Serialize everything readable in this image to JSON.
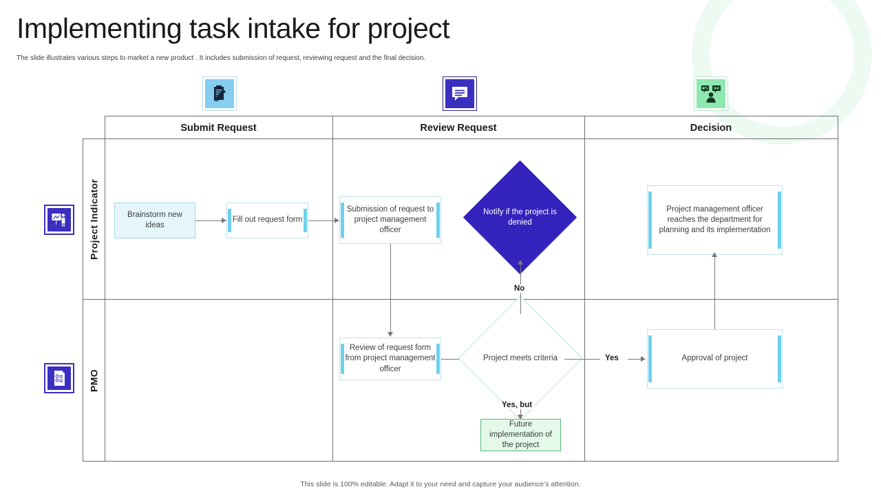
{
  "header": {
    "title": "Implementing task intake for project",
    "subtitle": "The slide illustrates various steps to market a new product . It includes submission of request, reviewing request and the final decision."
  },
  "footer": {
    "note": "This slide is 100% editable. Adapt it to your need and capture your audience’s attention."
  },
  "colors": {
    "indigo": "#3322bb",
    "light_blue_fill": "#e6f6fb",
    "cyan_edge": "#6fd0ee",
    "green_fill": "#e4f9ea",
    "green_border": "#56b97a",
    "icon_blue": "#86cdf0",
    "icon_green": "#8fe8b0",
    "grid_line": "#6f6f6f",
    "connector": "#7a7a7a"
  },
  "top_icons": [
    {
      "name": "clipboard-pen-icon",
      "column": "Submit Request",
      "style": "blue"
    },
    {
      "name": "speech-bubble-icon",
      "column": "Review Request",
      "style": "indigo"
    },
    {
      "name": "people-discussion-icon",
      "column": "Decision",
      "style": "green"
    }
  ],
  "columns": [
    {
      "label": "Submit Request"
    },
    {
      "label": "Review Request"
    },
    {
      "label": "Decision"
    }
  ],
  "lanes": [
    {
      "label": "Project Indicator",
      "icon": "presentation-board-icon"
    },
    {
      "label": "PMO",
      "icon": "document-checklist-icon"
    }
  ],
  "nodes": {
    "brainstorm": "Brainstorm new ideas",
    "fill_form": "Fill out request form",
    "submission": "Submission of request to project management officer",
    "notify_denied": "Notify if the project is denied",
    "pmo_reaches": "Project management officer reaches the department for planning and its implementation",
    "review_request": "Review of request form from project management officer",
    "meets_criteria": "Project meets criteria",
    "approval": "Approval of project",
    "future_impl": "Future implementation of the project"
  },
  "edge_labels": {
    "no": "No",
    "yes": "Yes",
    "yes_but": "Yes, but"
  }
}
